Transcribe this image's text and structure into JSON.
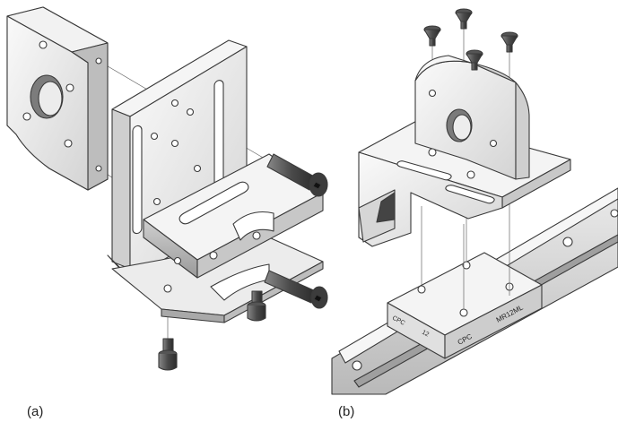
{
  "panels": [
    {
      "label": "(a)"
    },
    {
      "label": "(b)"
    }
  ],
  "carriage": {
    "brand_left": "CPC",
    "brand_right": "CPC",
    "size_text": "12",
    "model_text": "MR12ML"
  },
  "colors": {
    "metal_light": "#f3f3f3",
    "metal_mid": "#dcdcdc",
    "metal_dark": "#a9a9a9",
    "edge": "#3a3a3a",
    "bolt": "#555555"
  }
}
